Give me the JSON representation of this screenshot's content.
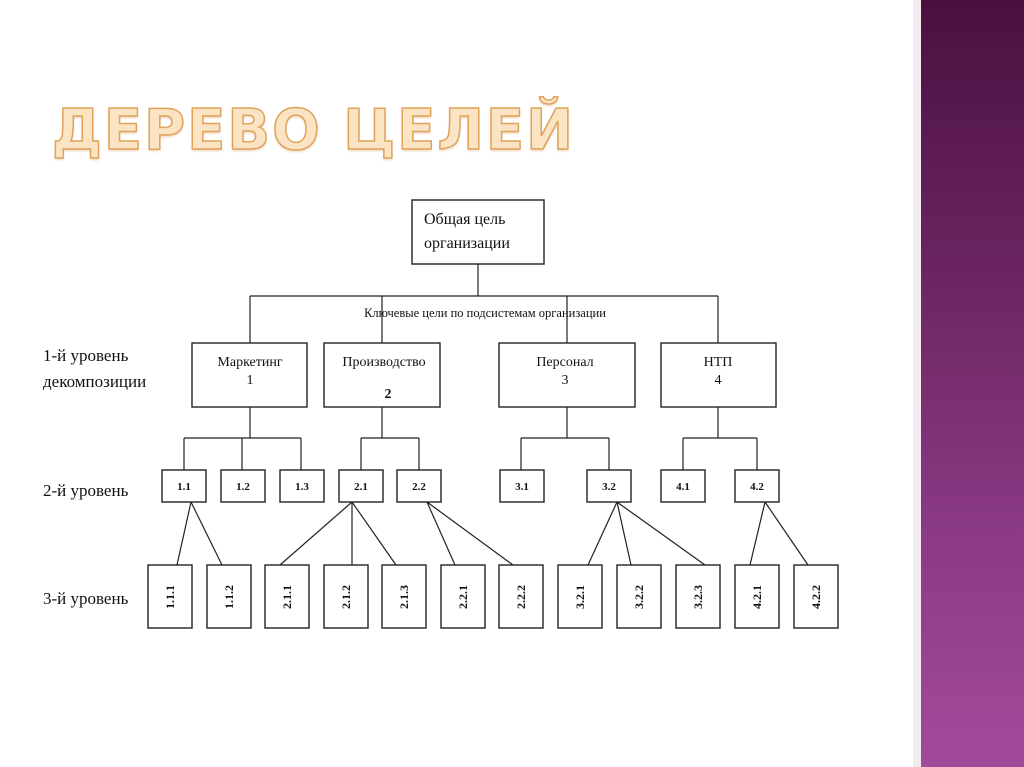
{
  "slide": {
    "title": "ДЕРЕВО ЦЕЛЕЙ"
  },
  "tree": {
    "root": [
      "Общая цель",
      "организации"
    ],
    "subsystems_label": "Ключевые цели по подсистемам организации",
    "level_labels": {
      "level1": [
        "1-й уровень",
        "декомпозиции"
      ],
      "level2": "2-й уровень",
      "level3": "3-й уровень"
    },
    "level1": [
      {
        "name": "Маркетинг",
        "num": "1"
      },
      {
        "name": "Производство",
        "num": "2"
      },
      {
        "name": "Персонал",
        "num": "3"
      },
      {
        "name": "НТП",
        "num": "4"
      }
    ],
    "level2": [
      "1.1",
      "1.2",
      "1.3",
      "2.1",
      "2.2",
      "3.1",
      "3.2",
      "4.1",
      "4.2"
    ],
    "level3": [
      "1.1.1",
      "1.1.2",
      "2.1.1",
      "2.1.2",
      "2.1.3",
      "2.2.1",
      "2.2.2",
      "3.2.1",
      "3.2.2",
      "3.2.3",
      "4.2.1",
      "4.2.2"
    ]
  },
  "colors": {
    "side_panel": "#6a2560",
    "title_fill": "#fbe4c4",
    "title_stroke": "#e0a35a"
  }
}
